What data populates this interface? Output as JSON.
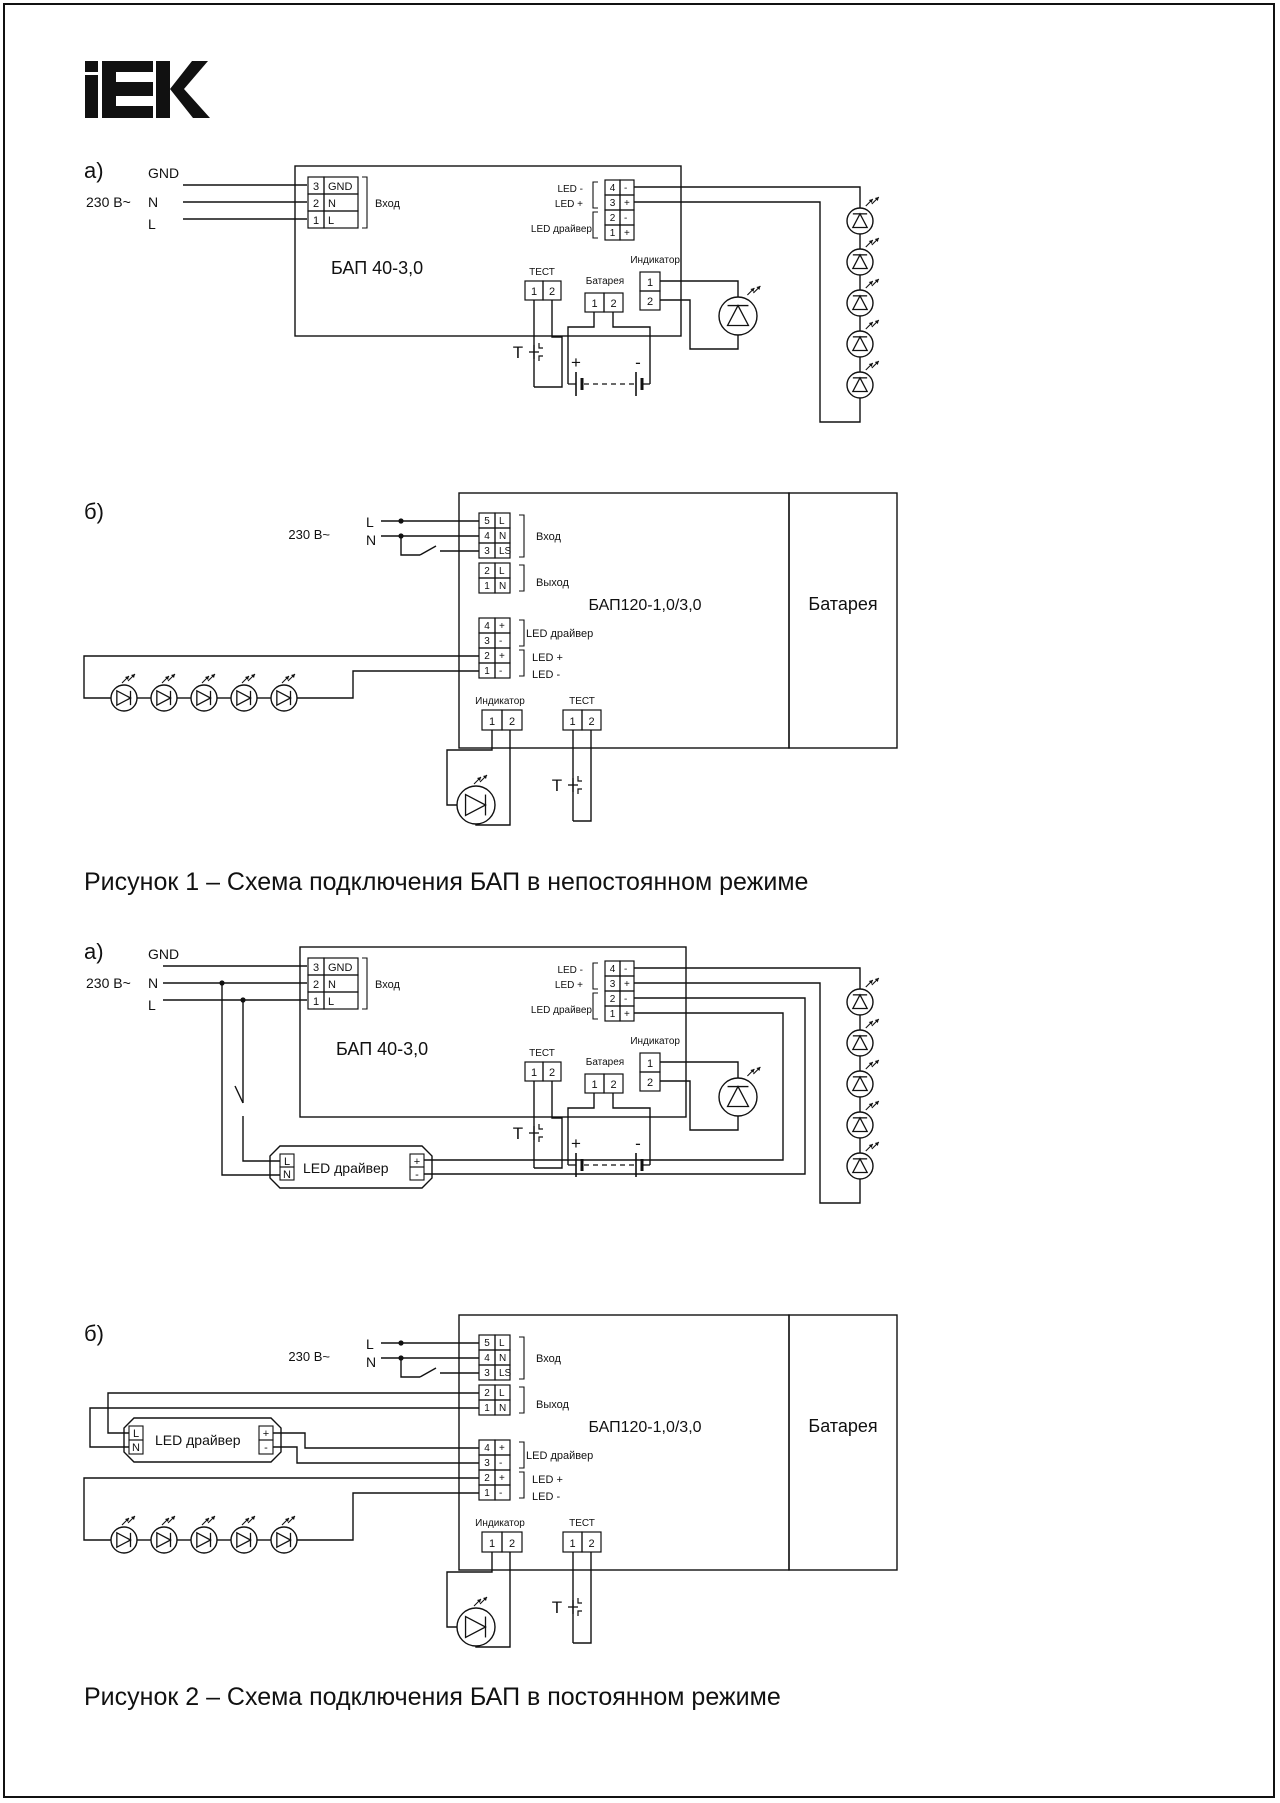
{
  "logo_text": "IEK",
  "fig1": {
    "a": {
      "part_label": "а)",
      "supply_label": "230 В~",
      "lines": [
        "GND",
        "N",
        "L"
      ],
      "input_terms": [
        {
          "n": "3",
          "t": "GND"
        },
        {
          "n": "2",
          "t": "N"
        },
        {
          "n": "1",
          "t": "L"
        }
      ],
      "input_label": "Вход",
      "device": "БАП 40-3,0",
      "led_minus": "LED -",
      "led_plus": "LED +",
      "led_driver_label": "LED драйвер",
      "out_terms": [
        {
          "n": "4",
          "t": "-"
        },
        {
          "n": "3",
          "t": "+"
        },
        {
          "n": "2",
          "t": "-"
        },
        {
          "n": "1",
          "t": "+"
        }
      ],
      "test_label": "ТЕСТ",
      "battery_label": "Батарея",
      "indicator_label": "Индикатор",
      "t_label": "T",
      "plus": "+",
      "minus": "-",
      "pin1": "1",
      "pin2": "2"
    },
    "b": {
      "part_label": "б)",
      "supply_label": "230 В~",
      "line_L": "L",
      "line_N": "N",
      "terms_in": [
        {
          "n": "5",
          "t": "L"
        },
        {
          "n": "4",
          "t": "N"
        },
        {
          "n": "3",
          "t": "LS"
        }
      ],
      "terms_out": [
        {
          "n": "2",
          "t": "L"
        },
        {
          "n": "1",
          "t": "N"
        }
      ],
      "terms_led": [
        {
          "n": "4",
          "t": "+"
        },
        {
          "n": "3",
          "t": "-"
        },
        {
          "n": "2",
          "t": "+"
        },
        {
          "n": "1",
          "t": "-"
        }
      ],
      "input_label": "Вход",
      "output_label": "Выход",
      "led_driver_label": "LED драйвер",
      "led_plus": "LED +",
      "led_minus": "LED -",
      "device": "БАП120-1,0/3,0",
      "battery": "Батарея",
      "indicator_label": "Индикатор",
      "test_label": "ТЕСТ",
      "t_label": "T",
      "pin1": "1",
      "pin2": "2"
    },
    "caption": "Рисунок 1 – Схема подключения БАП в непостоянном режиме"
  },
  "fig2": {
    "a": {
      "part_label": "а)",
      "supply_label": "230 В~",
      "lines": [
        "GND",
        "N",
        "L"
      ],
      "input_terms": [
        {
          "n": "3",
          "t": "GND"
        },
        {
          "n": "2",
          "t": "N"
        },
        {
          "n": "1",
          "t": "L"
        }
      ],
      "input_label": "Вход",
      "device": "БАП 40-3,0",
      "led_minus": "LED -",
      "led_plus": "LED +",
      "led_driver_label": "LED драйвер",
      "out_terms": [
        {
          "n": "4",
          "t": "-"
        },
        {
          "n": "3",
          "t": "+"
        },
        {
          "n": "2",
          "t": "-"
        },
        {
          "n": "1",
          "t": "+"
        }
      ],
      "test_label": "ТЕСТ",
      "battery_label": "Батарея",
      "indicator_label": "Индикатор",
      "t_label": "T",
      "plus": "+",
      "minus": "-",
      "pin1": "1",
      "pin2": "2",
      "driver": {
        "label": "LED драйвер",
        "L": "L",
        "N": "N",
        "plus": "+",
        "minus": "-"
      }
    },
    "b": {
      "part_label": "б)",
      "supply_label": "230 В~",
      "line_L": "L",
      "line_N": "N",
      "terms_in": [
        {
          "n": "5",
          "t": "L"
        },
        {
          "n": "4",
          "t": "N"
        },
        {
          "n": "3",
          "t": "LS"
        }
      ],
      "terms_out": [
        {
          "n": "2",
          "t": "L"
        },
        {
          "n": "1",
          "t": "N"
        }
      ],
      "terms_led": [
        {
          "n": "4",
          "t": "+"
        },
        {
          "n": "3",
          "t": "-"
        },
        {
          "n": "2",
          "t": "+"
        },
        {
          "n": "1",
          "t": "-"
        }
      ],
      "input_label": "Вход",
      "output_label": "Выход",
      "led_driver_label": "LED драйвер",
      "led_plus": "LED +",
      "led_minus": "LED -",
      "device": "БАП120-1,0/3,0",
      "battery": "Батарея",
      "indicator_label": "Индикатор",
      "test_label": "ТЕСТ",
      "t_label": "T",
      "pin1": "1",
      "pin2": "2",
      "driver": {
        "label": "LED драйвер",
        "L": "L",
        "N": "N",
        "plus": "+",
        "minus": "-"
      }
    },
    "caption": "Рисунок 2 – Схема подключения БАП в постоянном режиме"
  }
}
